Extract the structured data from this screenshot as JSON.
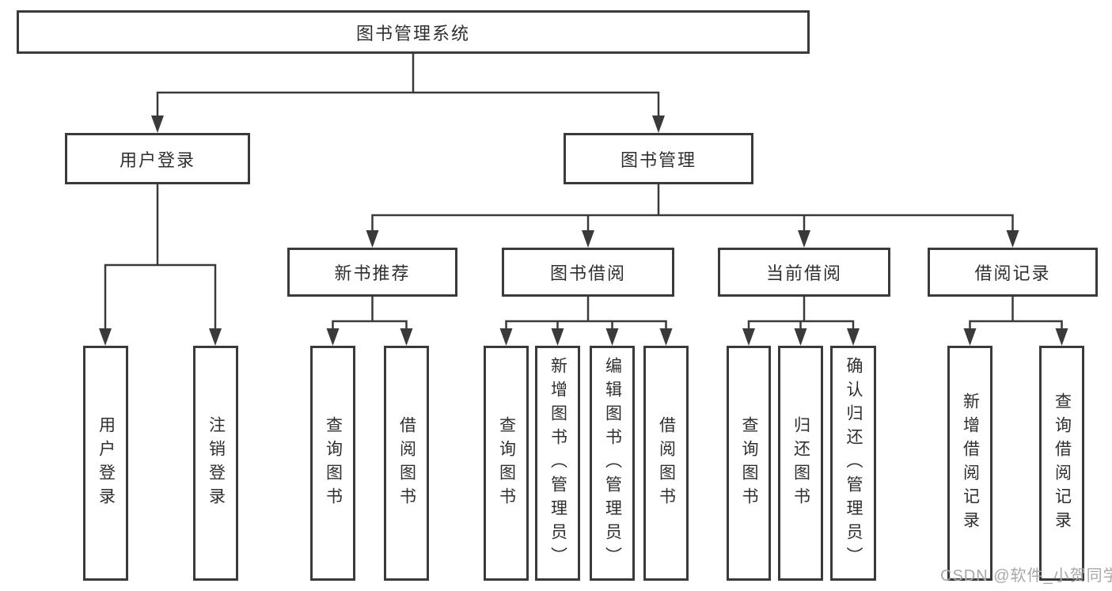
{
  "tree": {
    "root": {
      "label": "图书管理系统"
    },
    "branches": [
      {
        "label": "用户登录",
        "children": [
          {
            "label": "用户登录"
          },
          {
            "label": "注销登录"
          }
        ]
      },
      {
        "label": "图书管理",
        "children": [
          {
            "label": "新书推荐",
            "children": [
              {
                "label": "查询图书"
              },
              {
                "label": "借阅图书"
              }
            ]
          },
          {
            "label": "图书借阅",
            "children": [
              {
                "label": "查询图书"
              },
              {
                "label": "新增图书（管理员）"
              },
              {
                "label": "编辑图书（管理员）"
              },
              {
                "label": "借阅图书"
              }
            ]
          },
          {
            "label": "当前借阅",
            "children": [
              {
                "label": "查询图书"
              },
              {
                "label": "归还图书"
              },
              {
                "label": "确认归还（管理员）"
              }
            ]
          },
          {
            "label": "借阅记录",
            "children": [
              {
                "label": "新增借阅记录"
              },
              {
                "label": "查询借阅记录"
              }
            ]
          }
        ]
      }
    ]
  },
  "watermark": {
    "text": "CSDN @软件_小贺同学"
  },
  "colors": {
    "line": "#3a3a3a",
    "text": "#2f2f2f",
    "watermark": "#a8a8a8",
    "background": "#ffffff"
  }
}
